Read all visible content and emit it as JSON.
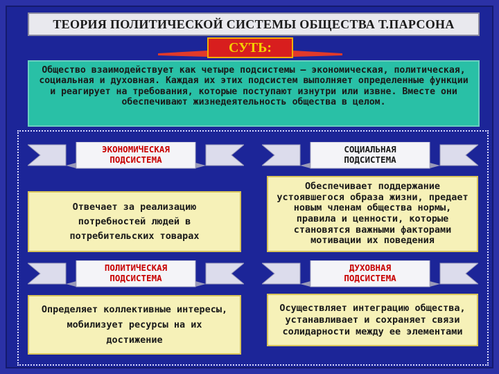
{
  "title": "ТЕОРИЯ ПОЛИТИЧЕСКОЙ СИСТЕМЫ ОБЩЕСТВА Т.ПАРСОНА",
  "essence_label": "СУТЬ:",
  "intro": "Общество взаимодействует как четыре подсистемы – экономическая, политическая, социальная и духовная. Каждая их этих подсистем выполняет определенные функции и реагирует на требования, которые поступают изнутри или извне. Вместе они обеспечивают жизнедеятельность общества в целом.",
  "subsystems": [
    {
      "name_line1": "ЭКОНОМИЧЕСКАЯ",
      "name_line2": "ПОДСИСТЕМА",
      "description": "Отвечает за реализацию потребностей людей в потребительских товарах"
    },
    {
      "name_line1": "СОЦИАЛЬНАЯ",
      "name_line2": "ПОДСИСТЕМА",
      "description": "Обеспечивает поддержание устоявшегося образа жизни, предает новым членам общества нормы, правила и ценности, которые становятся важными факторами мотивации их поведения"
    },
    {
      "name_line1": "ПОЛИТИЧЕСКАЯ",
      "name_line2": "ПОДСИСТЕМА",
      "description": "Определяет коллективные интересы, мобилизует ресурсы на их достижение"
    },
    {
      "name_line1": "ДУХОВНАЯ",
      "name_line2": "ПОДСИСТЕМА",
      "description": "Осуществляет интеграцию общества, устанавливает и сохраняет связи солидарности между ее элементами"
    }
  ],
  "colors": {
    "background": "#2b31a6",
    "essence_fill": "#d81e1e",
    "essence_text": "#f4d000",
    "intro_fill": "#29c0a6",
    "desc_fill": "#f6f1b8"
  }
}
